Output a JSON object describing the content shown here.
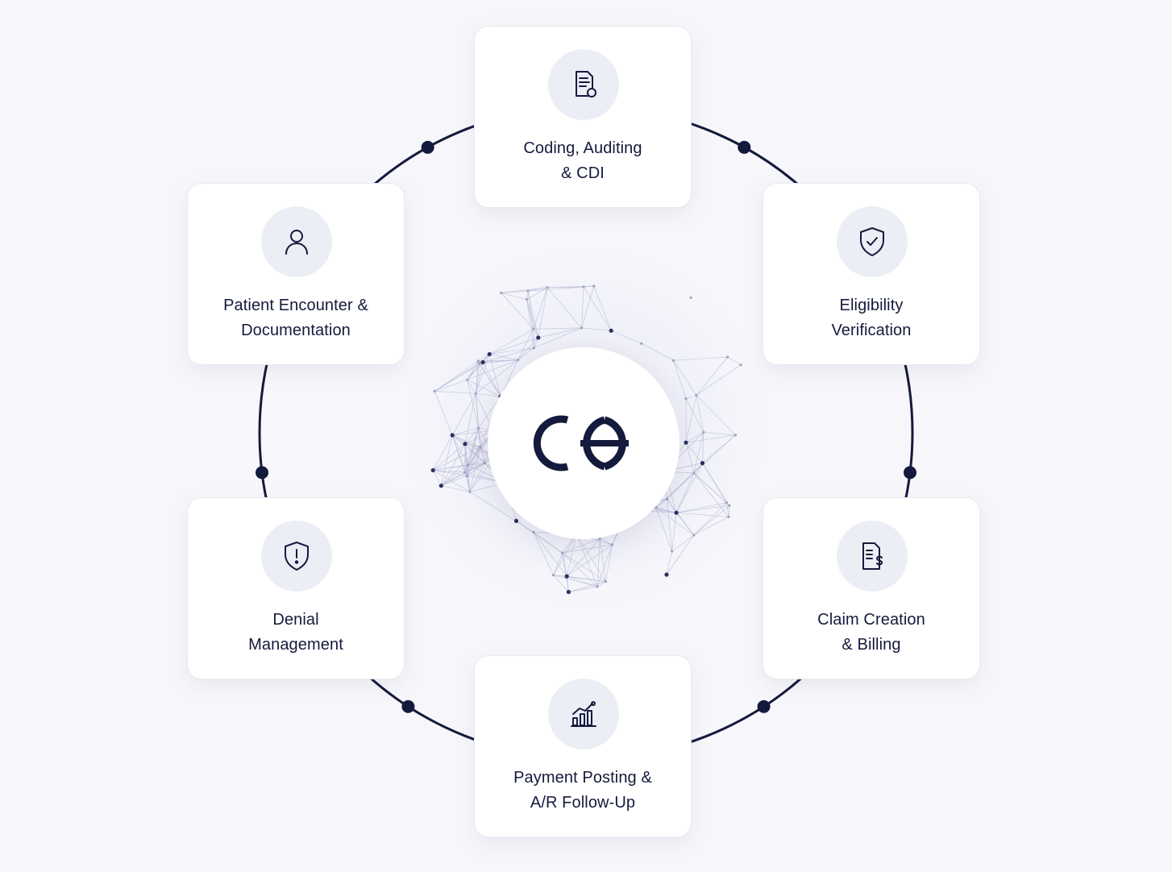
{
  "colors": {
    "ink": "#151a3d",
    "ring": "#141a3c",
    "background": "#f7f7fb",
    "card": "#ffffff",
    "icon_bg": "#eceef5"
  },
  "center_logo": {
    "icon": "ceh-monogram-logo"
  },
  "cards": [
    {
      "id": "coding",
      "icon": "document-gear-icon",
      "lines": [
        "Coding, Auditing",
        "& CDI"
      ]
    },
    {
      "id": "eligibility",
      "icon": "shield-check-icon",
      "lines": [
        "Eligibility",
        "Verification"
      ]
    },
    {
      "id": "claim",
      "icon": "invoice-dollar-icon",
      "lines": [
        "Claim Creation",
        "& Billing"
      ]
    },
    {
      "id": "payment",
      "icon": "bar-chart-trend-icon",
      "lines": [
        "Payment Posting &",
        "A/R Follow-Up"
      ]
    },
    {
      "id": "denial",
      "icon": "shield-alert-icon",
      "lines": [
        "Denial",
        "Management"
      ]
    },
    {
      "id": "patient",
      "icon": "user-icon",
      "lines": [
        "Patient Encounter &",
        "Documentation"
      ]
    }
  ]
}
